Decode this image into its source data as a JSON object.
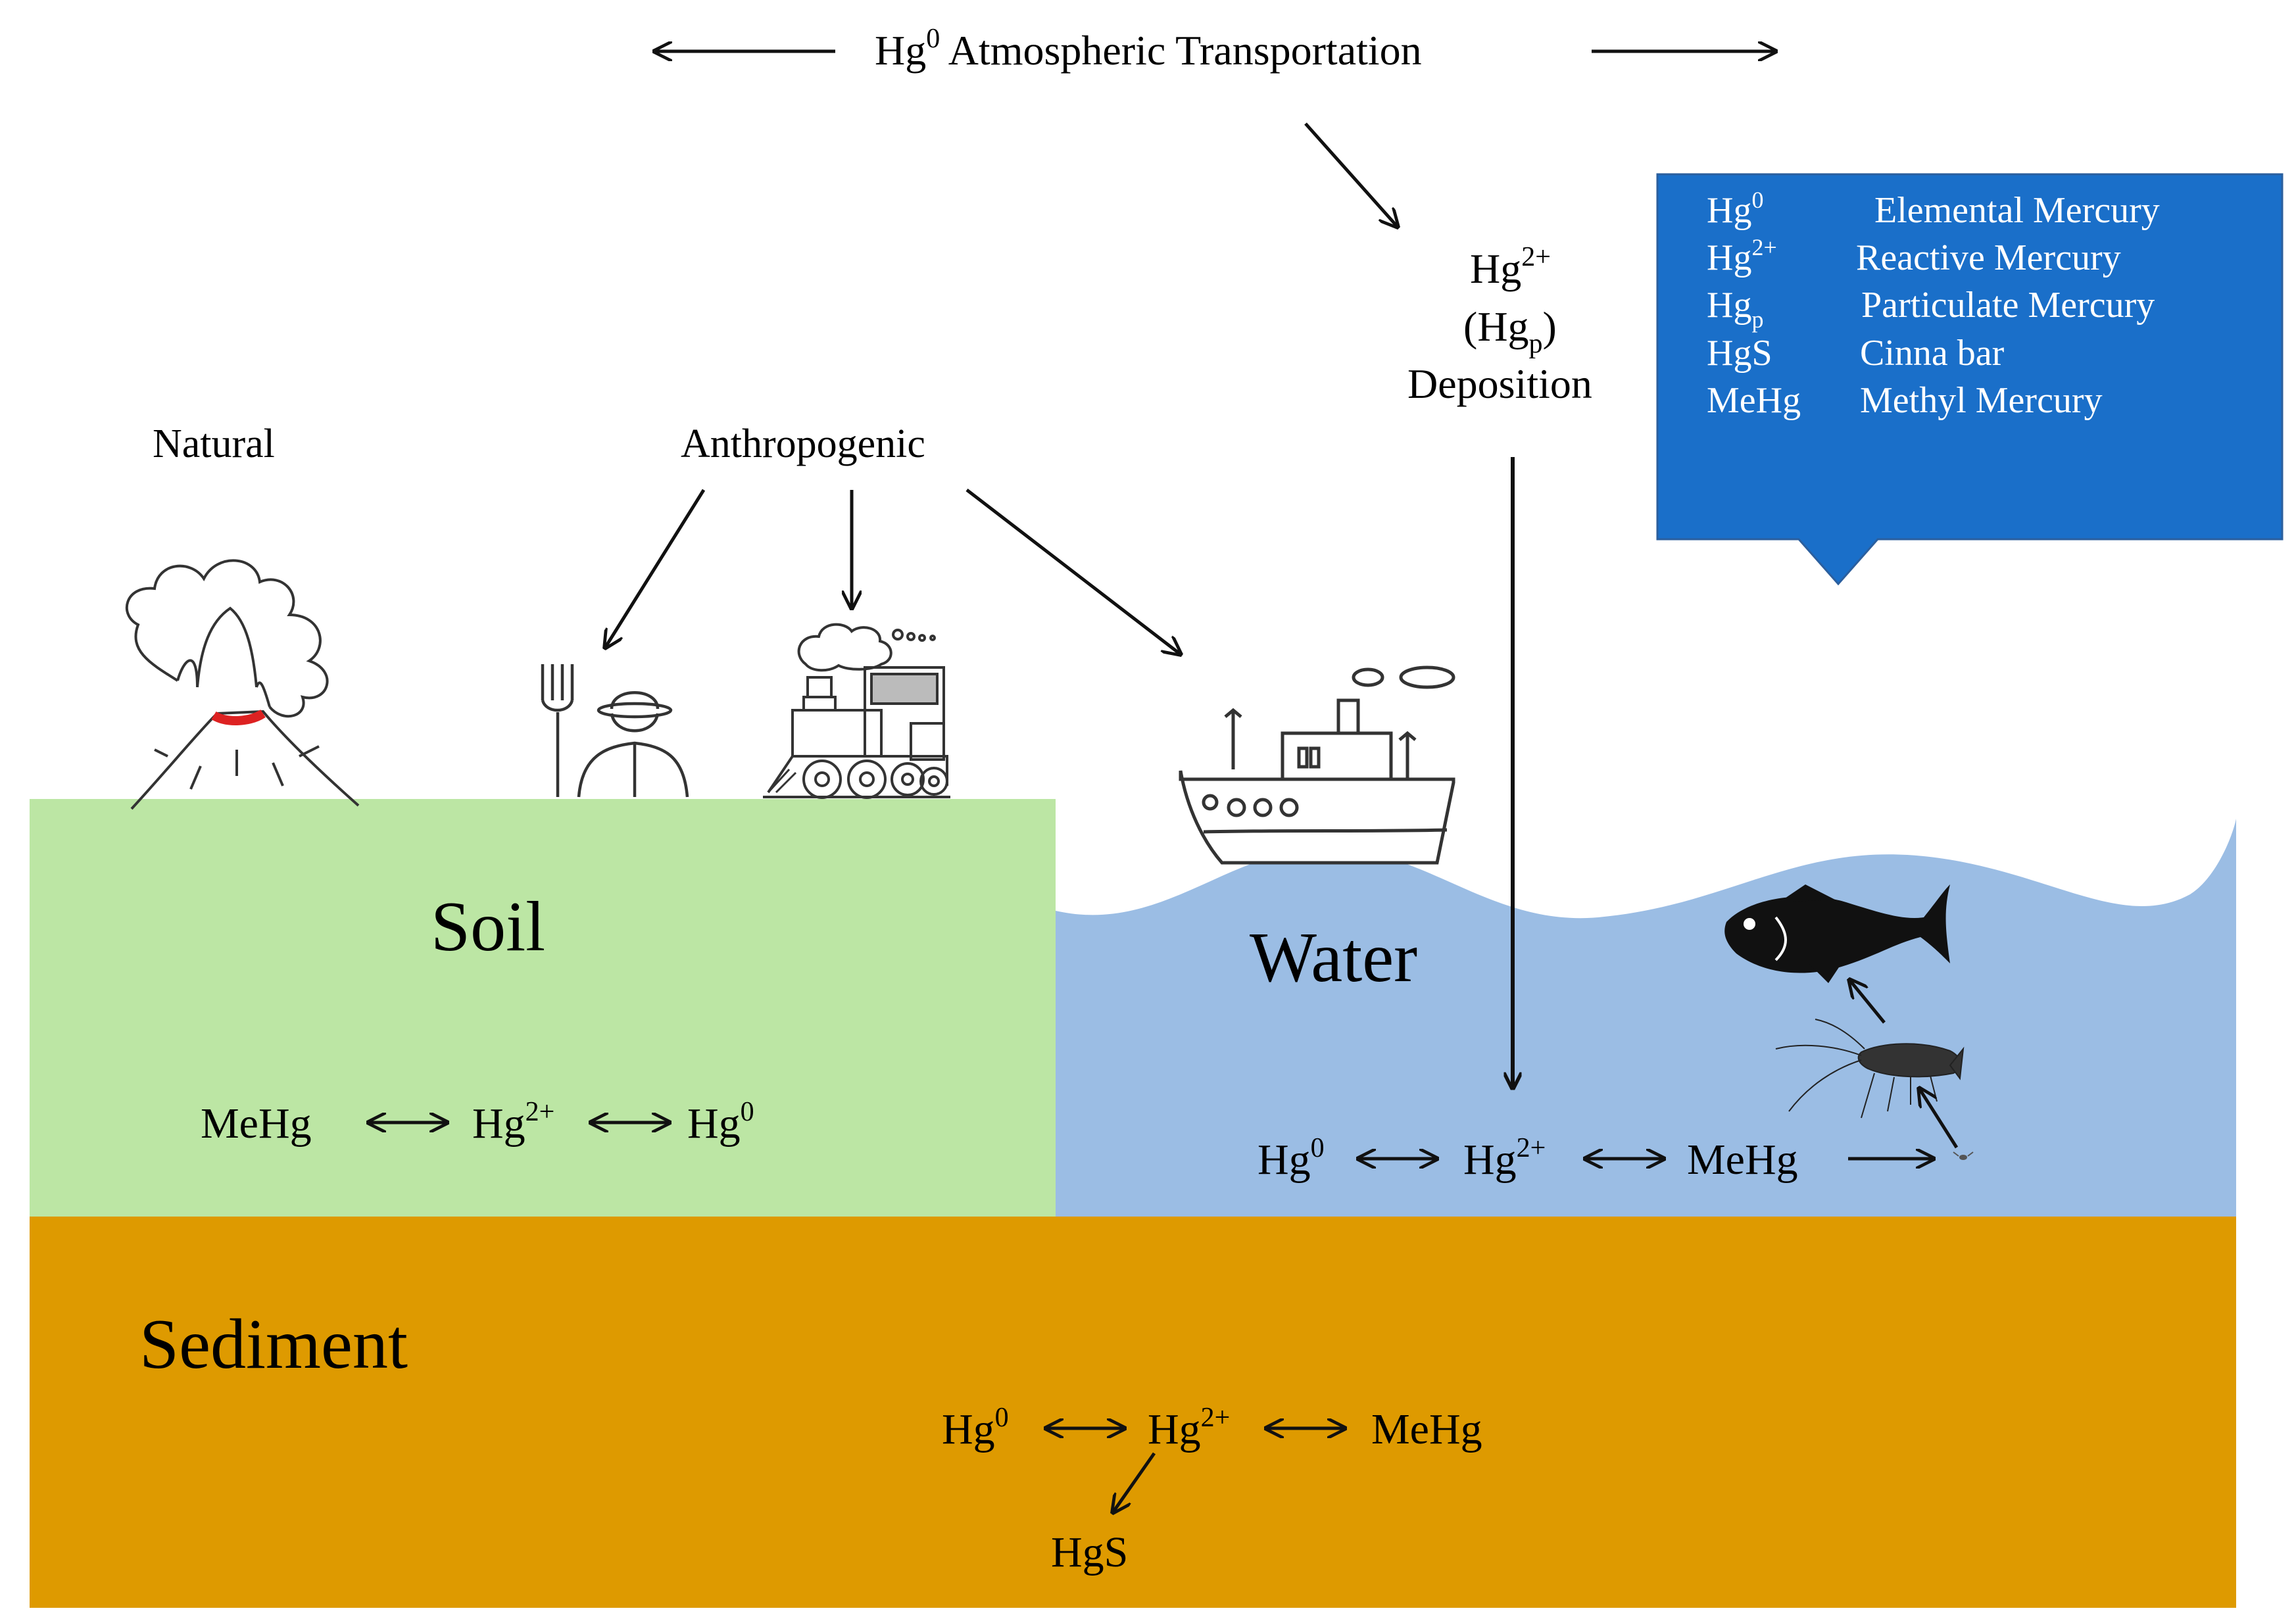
{
  "atmosphere": {
    "hg": "Hg",
    "hg_sup": "0",
    "label": "Atmospheric Transportation"
  },
  "deposition": {
    "hg": "Hg",
    "hg_sup": "2+",
    "hgp_open": "(Hg",
    "hgp_sub": "p",
    "hgp_close": ")",
    "label": "Deposition"
  },
  "legend": {
    "rows": [
      {
        "sym": "Hg",
        "sup": "0",
        "sub": "",
        "name": "Elemental Mercury"
      },
      {
        "sym": "Hg",
        "sup": "2+",
        "sub": "",
        "name": "Reactive Mercury"
      },
      {
        "sym": "Hg",
        "sup": "",
        "sub": "p",
        "name": "Particulate Mercury"
      },
      {
        "sym": "HgS",
        "sup": "",
        "sub": "",
        "name": "Cinna bar"
      },
      {
        "sym": "MeHg",
        "sup": "",
        "sub": "",
        "name": "Methyl Mercury"
      }
    ],
    "color": "#1a6fc9"
  },
  "sources": {
    "natural": "Natural",
    "anthropogenic": "Anthropogenic"
  },
  "soil": {
    "label": "Soil",
    "color": "#bce6a4",
    "cycle": {
      "a": "MeHg",
      "b": "Hg",
      "b_sup": "2+",
      "c": "Hg",
      "c_sup": "0"
    }
  },
  "water": {
    "label": "Water",
    "color": "#9bbde4",
    "cycle": {
      "a": "Hg",
      "a_sup": "0",
      "b": "Hg",
      "b_sup": "2+",
      "c": "MeHg"
    }
  },
  "sediment": {
    "label": "Sediment",
    "color": "#de9a00",
    "cycle": {
      "a": "Hg",
      "a_sup": "0",
      "b": "Hg",
      "b_sup": "2+",
      "c": "MeHg",
      "d": "HgS"
    }
  },
  "icons": [
    "volcano-icon",
    "farmer-icon",
    "train-icon",
    "ship-icon",
    "fish-icon",
    "shrimp-icon",
    "plankton-icon"
  ]
}
